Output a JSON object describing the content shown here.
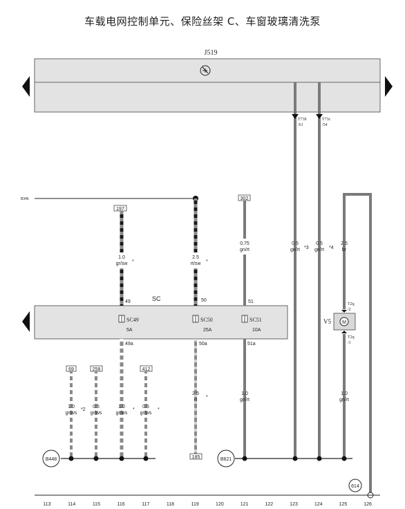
{
  "title": "车载电网控制单元、保险丝架 C、车窗玻璃清洗泵",
  "control_unit": {
    "name": "J519"
  },
  "fuse_holder": {
    "name": "SC"
  },
  "supply_label": "B346",
  "connectors": {
    "t73b": "T73b",
    "t73b_pin": "/61",
    "t73c": "T73c",
    "t73c_pin": "/54"
  },
  "ref_boxes": {
    "r197": "197",
    "r302": "302",
    "r69": "69",
    "r258": "258",
    "r412": "412",
    "r185": "185"
  },
  "wires": {
    "w1_size": "1.0",
    "w1_color": "gr/sw",
    "w1_note": "*",
    "w2_size": "2.5",
    "w2_color": "rt/sw",
    "w2_note": "*",
    "w3_size": "0.75",
    "w3_color": "gn/rt",
    "w4_size": "0.5",
    "w4_color": "gn/rt",
    "w4_note": "*3",
    "w5_size": "0.5",
    "w5_color": "gn/rt",
    "w5_note": "*4",
    "w6_size": "2.5",
    "w6_color": "br",
    "w7_size": "1.0",
    "w7_color": "gr/ws",
    "w7_note": "*2",
    "w8_size": "0.5",
    "w8_color": "gr/ws",
    "w9_size": "1.0",
    "w9_color": "gr/ws",
    "w9_note": "*",
    "w10_size": "0.5",
    "w10_color": "gr/ws",
    "w10_note": "*",
    "w11_size": "2.5",
    "w11_color": "rt",
    "w11_note": "*",
    "w12_size": "1.0",
    "w12_color": "gn/rt",
    "w13_size": "1.0",
    "w13_color": "gn/rt"
  },
  "fuses": {
    "sc49": "SC49",
    "sc49_in": "49",
    "sc49_out": "49a",
    "sc49_rating": "5A",
    "sc50": "SC50",
    "sc50_in": "50",
    "sc50_out": "50a",
    "sc50_rating": "25A",
    "sc51": "SC51",
    "sc51_in": "51",
    "sc51_out": "51a",
    "sc51_rating": "10A"
  },
  "motor": {
    "name": "V5",
    "symbol": "M",
    "pin_top": "T2q",
    "pin_top_num": "/2",
    "pin_bot": "T2q",
    "pin_bot_num": "/1"
  },
  "grounds": {
    "b448": "B448",
    "b621": "B621",
    "g614": "614"
  },
  "columns": [
    "113",
    "114",
    "115",
    "116",
    "117",
    "118",
    "119",
    "120",
    "121",
    "122",
    "123",
    "124",
    "125",
    "126"
  ]
}
